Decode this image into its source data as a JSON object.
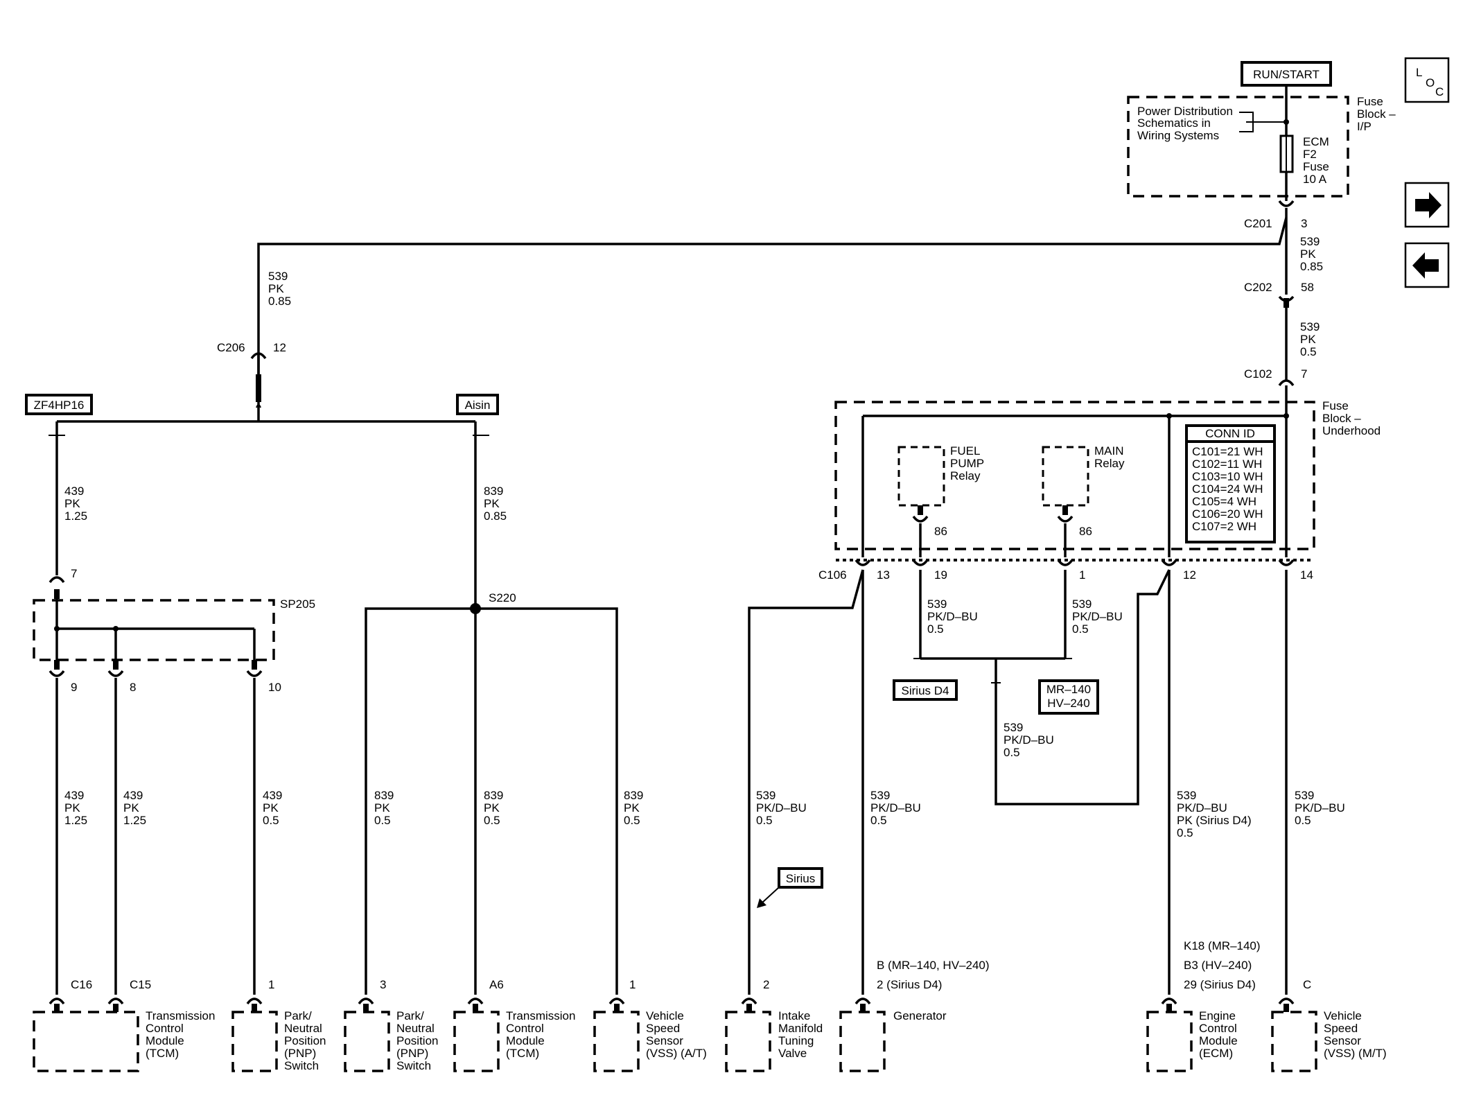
{
  "source": {
    "label": "RUN/START"
  },
  "nav": {
    "loc_l": "L",
    "loc_o": "O",
    "loc_c": "C",
    "forward_arrow": "arrow-right-icon",
    "back_arrow": "arrow-left-icon"
  },
  "fuse_block_ip": {
    "line1": "Fuse",
    "line2": "Block –",
    "line3": "I/P",
    "pd_line1": "Power Distribution",
    "pd_line2": "Schematics in",
    "pd_line3": "Wiring Systems",
    "fuse_line1": "ECM",
    "fuse_line2": "F2",
    "fuse_line3": "Fuse",
    "fuse_line4": "10 A"
  },
  "fuse_block_uh": {
    "line1": "Fuse",
    "line2": "Block –",
    "line3": "Underhood",
    "fuel_pump_1": "FUEL",
    "fuel_pump_2": "PUMP",
    "fuel_pump_3": "Relay",
    "main_1": "MAIN",
    "main_2": "Relay",
    "fp_pin": "86",
    "main_pin": "86"
  },
  "conn_id": {
    "title": "CONN ID",
    "rows": [
      "C101=21 WH",
      "C102=11 WH",
      "C103=10 WH",
      "C104=24 WH",
      "C105=4 WH",
      "C106=20 WH",
      "C107=2 WH"
    ]
  },
  "connectors": {
    "c201": "C201",
    "c201_pin": "3",
    "c202": "C202",
    "c202_pin": "58",
    "c102": "C102",
    "c102_pin": "7",
    "c206": "C206",
    "c206_pin": "12",
    "c106": "C106",
    "c106_p13": "13",
    "c106_p19": "19",
    "c106_p1": "1",
    "c106_p12": "12",
    "c106_p14": "14",
    "sp205": "SP205",
    "sp205_p7": "7",
    "sp205_p9": "9",
    "sp205_p8": "8",
    "sp205_p10": "10",
    "s220": "S220"
  },
  "wires": {
    "w_c201_c202": [
      "539",
      "PK",
      "0.85"
    ],
    "w_c202_c102": [
      "539",
      "PK",
      "0.5"
    ],
    "w_left_top": [
      "539",
      "PK",
      "0.85"
    ],
    "w_zf": [
      "439",
      "PK",
      "1.25"
    ],
    "w_aisin": [
      "839",
      "PK",
      "0.85"
    ],
    "w_fp": [
      "539",
      "PK/D–BU",
      "0.5"
    ],
    "w_main": [
      "539",
      "PK/D–BU",
      "0.5"
    ],
    "w_mid": [
      "539",
      "PK/D–BU",
      "0.5"
    ],
    "b1": [
      "439",
      "PK",
      "1.25"
    ],
    "b2": [
      "439",
      "PK",
      "1.25"
    ],
    "b3": [
      "439",
      "PK",
      "0.5"
    ],
    "b4": [
      "839",
      "PK",
      "0.5"
    ],
    "b5": [
      "839",
      "PK",
      "0.5"
    ],
    "b6": [
      "839",
      "PK",
      "0.5"
    ],
    "b7": [
      "539",
      "PK/D–BU",
      "0.5"
    ],
    "b8": [
      "539",
      "PK/D–BU",
      "0.5"
    ],
    "b9": [
      "539",
      "PK/D–BU",
      "PK (Sirius D4)",
      "0.5"
    ],
    "b10": [
      "539",
      "PK/D–BU",
      "0.5"
    ]
  },
  "options": {
    "zf": "ZF4HP16",
    "aisin": "Aisin",
    "sirius_d4": "Sirius D4",
    "mr_hv_1": "MR–140",
    "mr_hv_2": "HV–240",
    "sirius": "Sirius"
  },
  "components": [
    {
      "pin": "C16",
      "pin2": "C15",
      "lines": [
        "Transmission",
        "Control",
        "Module",
        "(TCM)"
      ]
    },
    {
      "pin": "1",
      "lines": [
        "Park/",
        "Neutral",
        "Position",
        "(PNP)",
        "Switch"
      ]
    },
    {
      "pin": "3",
      "lines": [
        "Park/",
        "Neutral",
        "Position",
        "(PNP)",
        "Switch"
      ]
    },
    {
      "pin": "A6",
      "lines": [
        "Transmission",
        "Control",
        "Module",
        "(TCM)"
      ]
    },
    {
      "pin": "1",
      "lines": [
        "Vehicle",
        "Speed",
        "Sensor",
        "(VSS) (A/T)"
      ]
    },
    {
      "pin": "2",
      "lines": [
        "Intake",
        "Manifold",
        "Tuning",
        "Valve"
      ]
    },
    {
      "pin_lines": [
        "B (MR–140, HV–240)",
        "2 (Sirius D4)"
      ],
      "lines": [
        "Generator"
      ]
    },
    {
      "pin_lines": [
        "K18 (MR–140)",
        "B3 (HV–240)",
        "29 (Sirius D4)"
      ],
      "lines": [
        "Engine",
        "Control",
        "Module",
        "(ECM)"
      ]
    },
    {
      "pin": "C",
      "lines": [
        "Vehicle",
        "Speed",
        "Sensor",
        "(VSS) (M/T)"
      ]
    }
  ]
}
